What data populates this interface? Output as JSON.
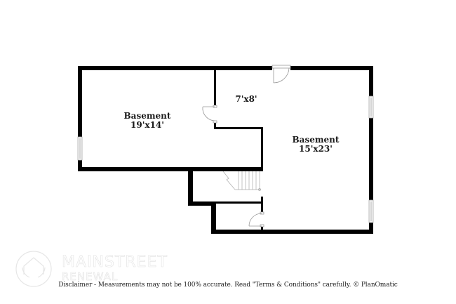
{
  "rooms": [
    {
      "name": "Basement",
      "dimensions": "19'x14'"
    },
    {
      "name": "",
      "dimensions": "7'x8'"
    },
    {
      "name": "Basement",
      "dimensions": "15'x23'"
    }
  ],
  "watermark": {
    "brand_line1": "MAINSTREET",
    "brand_line2": "RENEWAL",
    "icon": "house-circle-logo-icon"
  },
  "footer": {
    "disclaimer": "Disclaimer - Measurements may not be 100% accurate. Read \"Terms & Conditions\" carefully. © PlanOmatic"
  },
  "colors": {
    "wall": "#000000",
    "background": "#ffffff",
    "fixture_stroke": "#aaaaaa",
    "watermark": "#e3e3e3"
  }
}
